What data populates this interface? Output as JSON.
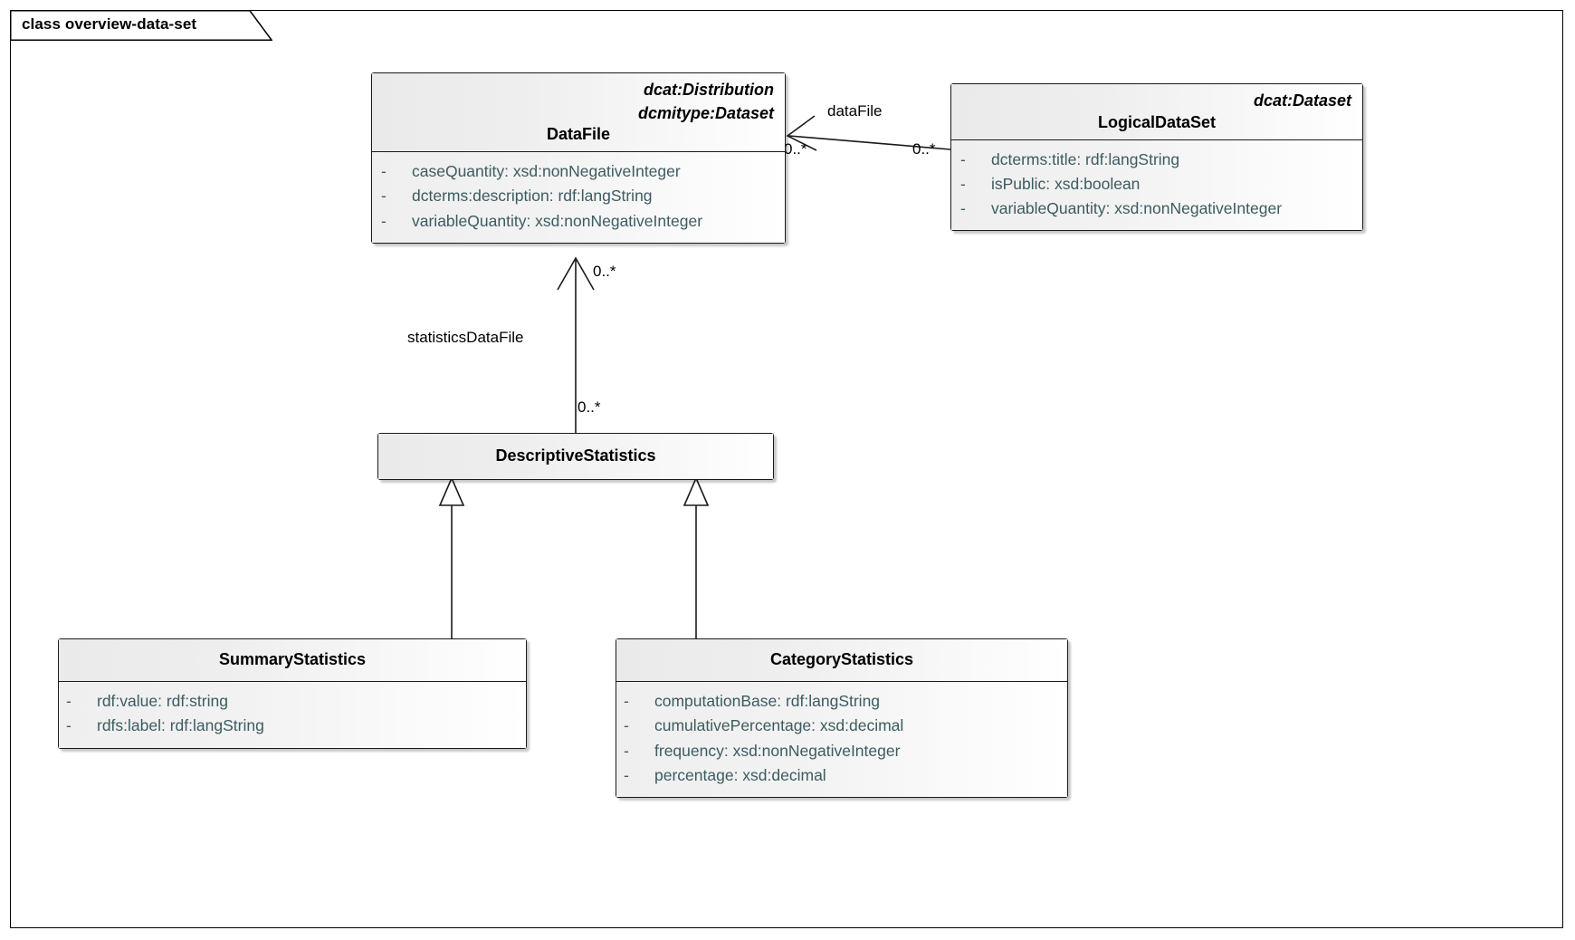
{
  "frame": {
    "label": "class overview-data-set"
  },
  "classes": [
    {
      "id": "datafile",
      "name": "DataFile",
      "stereotypes": [
        "dcat:Distribution",
        "dcmitype:Dataset"
      ],
      "attributes": [
        {
          "visibility": "-",
          "text": "caseQuantity: xsd:nonNegativeInteger"
        },
        {
          "visibility": "-",
          "text": "dcterms:description: rdf:langString"
        },
        {
          "visibility": "-",
          "text": "variableQuantity: xsd:nonNegativeInteger"
        }
      ]
    },
    {
      "id": "logicaldataset",
      "name": "LogicalDataSet",
      "stereotypes": [
        "dcat:Dataset"
      ],
      "attributes": [
        {
          "visibility": "-",
          "text": "dcterms:title: rdf:langString"
        },
        {
          "visibility": "-",
          "text": "isPublic: xsd:boolean"
        },
        {
          "visibility": "-",
          "text": "variableQuantity: xsd:nonNegativeInteger"
        }
      ]
    },
    {
      "id": "descriptivestatistics",
      "name": "DescriptiveStatistics",
      "stereotypes": [],
      "attributes": []
    },
    {
      "id": "summarystatistics",
      "name": "SummaryStatistics",
      "stereotypes": [],
      "attributes": [
        {
          "visibility": "-",
          "text": "rdf:value: rdf:string"
        },
        {
          "visibility": "-",
          "text": "rdfs:label: rdf:langString"
        }
      ]
    },
    {
      "id": "categorystatistics",
      "name": "CategoryStatistics",
      "stereotypes": [],
      "attributes": [
        {
          "visibility": "-",
          "text": "computationBase: rdf:langString"
        },
        {
          "visibility": "-",
          "text": "cumulativePercentage: xsd:decimal"
        },
        {
          "visibility": "-",
          "text": "frequency: xsd:nonNegativeInteger"
        },
        {
          "visibility": "-",
          "text": "percentage: xsd:decimal"
        }
      ]
    }
  ],
  "associations": [
    {
      "id": "datafile-assoc",
      "name": "dataFile",
      "source": "LogicalDataSet",
      "target": "DataFile",
      "source_multiplicity": "0..*",
      "target_multiplicity": "0..*"
    },
    {
      "id": "statisticsdatafile-assoc",
      "name": "statisticsDataFile",
      "source": "DescriptiveStatistics",
      "target": "DataFile",
      "source_multiplicity": "0..*",
      "target_multiplicity": "0..*"
    }
  ],
  "generalizations": [
    {
      "id": "gen-summary",
      "subclass": "SummaryStatistics",
      "superclass": "DescriptiveStatistics"
    },
    {
      "id": "gen-category",
      "subclass": "CategoryStatistics",
      "superclass": "DescriptiveStatistics"
    }
  ],
  "colors": {
    "line": "#1a1a1a",
    "attribute_text": "#3c5b61",
    "header_gradient_start": "#eaeaea",
    "header_gradient_end": "#ffffff",
    "background": "#ffffff"
  }
}
